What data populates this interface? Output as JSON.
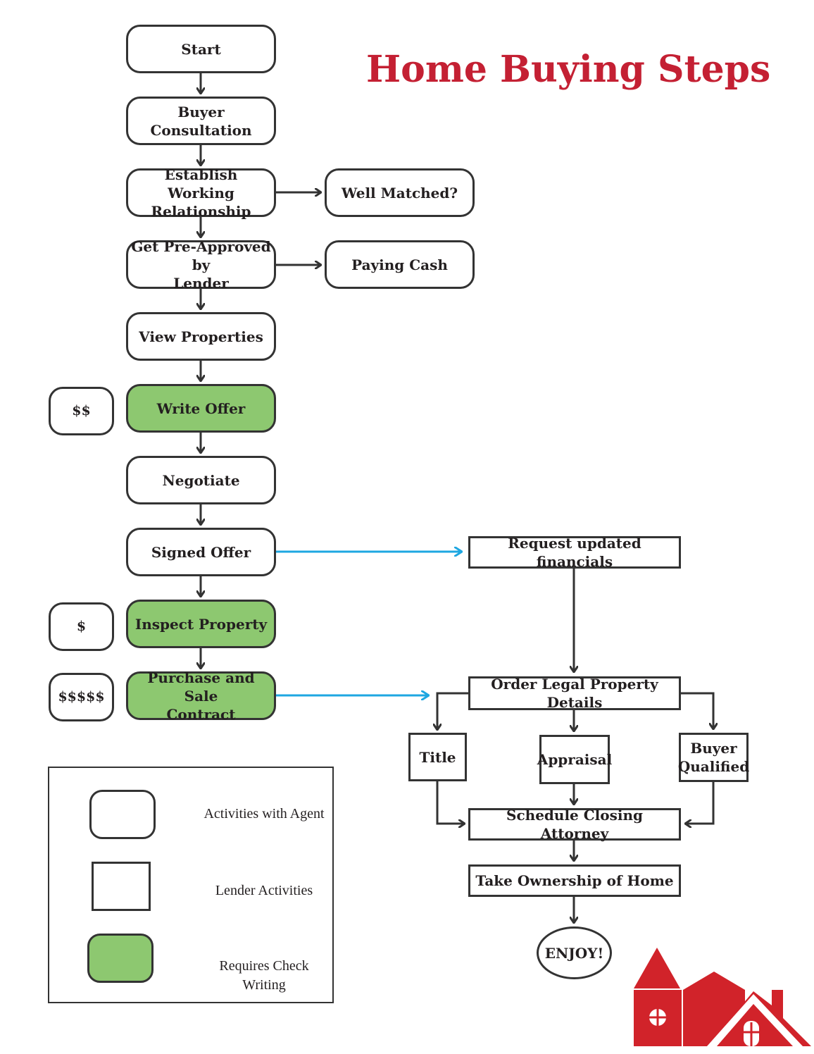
{
  "title": "Home Buying Steps",
  "steps": {
    "start": "Start",
    "buyer_consultation": "Buyer Consultation",
    "establish": "Establish Working\nRelationship",
    "well_matched": "Well Matched?",
    "pre_approved": "Get Pre-Approved by\nLender",
    "paying_cash": "Paying Cash",
    "view_properties": "View Properties",
    "write_offer": "Write Offer",
    "negotiate": "Negotiate",
    "signed_offer": "Signed Offer",
    "inspect_property": "Inspect Property",
    "purchase_contract": "Purchase and Sale\nContract"
  },
  "costs": {
    "write_offer": "$$",
    "inspect_property": "$",
    "purchase_contract": "$$$$$"
  },
  "lender": {
    "request_financials": "Request updated financials",
    "order_legal": "Order Legal Property Details",
    "title": "Title",
    "appraisal": "Appraisal",
    "buyer_qualified": "Buyer\nQualified",
    "schedule_closing": "Schedule Closing Attorney",
    "take_ownership": "Take Ownership of Home",
    "enjoy": "ENJOY!"
  },
  "legend": {
    "agent": "Activities with Agent",
    "lender": "Lender Activities",
    "check": "Requires Check\nWriting"
  },
  "colors": {
    "title": "#c42033",
    "check_fill": "#8dc870",
    "link_arrow": "#1ea7e1",
    "house": "#d1232a"
  },
  "icons": [
    "house-logo-icon"
  ]
}
